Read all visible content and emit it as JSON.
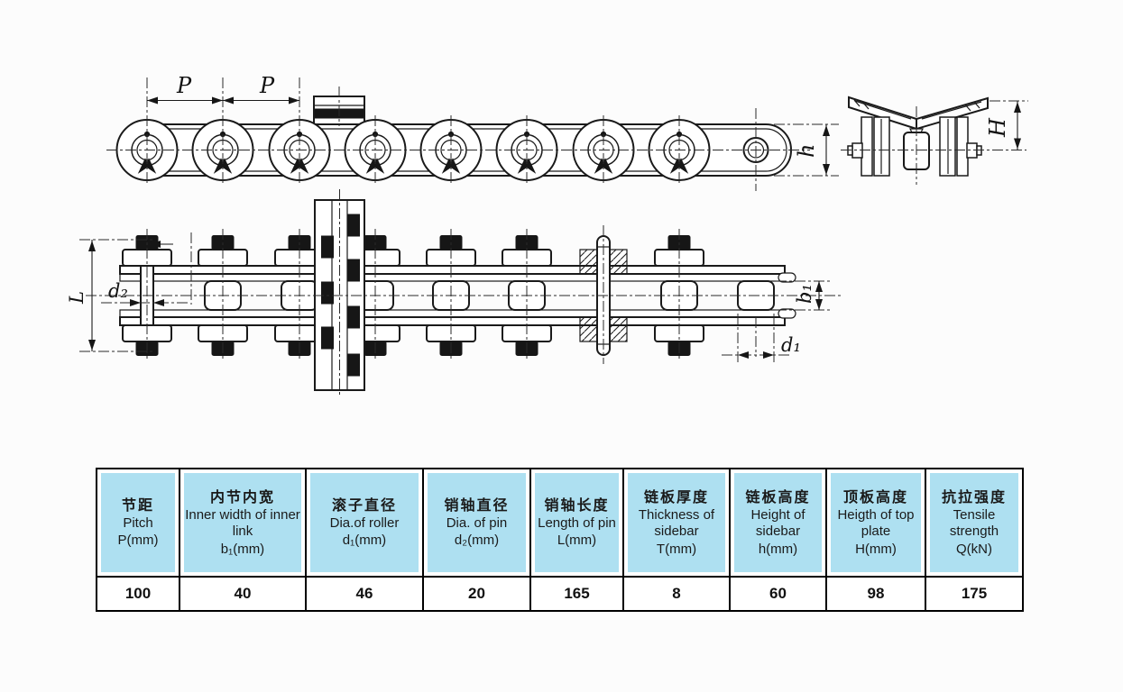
{
  "drawing": {
    "labels": {
      "pitch": "P",
      "sidebar_height": "h",
      "top_plate_height": "H",
      "pin_length": "L",
      "pin_dia": "d₂",
      "inner_width": "b₁",
      "roller_dia": "d₁"
    }
  },
  "table": {
    "columns": [
      {
        "zh": "节距",
        "en": "Pitch",
        "sym": "P(mm)",
        "value": "100"
      },
      {
        "zh": "内节内宽",
        "en": "Inner width of inner link",
        "sym": "b₁(mm)",
        "value": "40"
      },
      {
        "zh": "滚子直径",
        "en": "Dia.of roller",
        "sym": "d₁(mm)",
        "value": "46"
      },
      {
        "zh": "销轴直径",
        "en": "Dia. of pin",
        "sym": "d₂(mm)",
        "value": "20"
      },
      {
        "zh": "销轴长度",
        "en": "Length of pin",
        "sym": "L(mm)",
        "value": "165"
      },
      {
        "zh": "链板厚度",
        "en": "Thickness of sidebar",
        "sym": "T(mm)",
        "value": "8"
      },
      {
        "zh": "链板高度",
        "en": "Height of sidebar",
        "sym": "h(mm)",
        "value": "60"
      },
      {
        "zh": "顶板高度",
        "en": "Heigth of top plate",
        "sym": "H(mm)",
        "value": "98"
      },
      {
        "zh": "抗拉强度",
        "en": "Tensile strength",
        "sym": "Q(kN)",
        "value": "175"
      }
    ]
  },
  "colors": {
    "header_bg": "#aee0f1",
    "line": "#1a1a1a",
    "table_border": "#000000",
    "background": "#fcfcfc"
  }
}
